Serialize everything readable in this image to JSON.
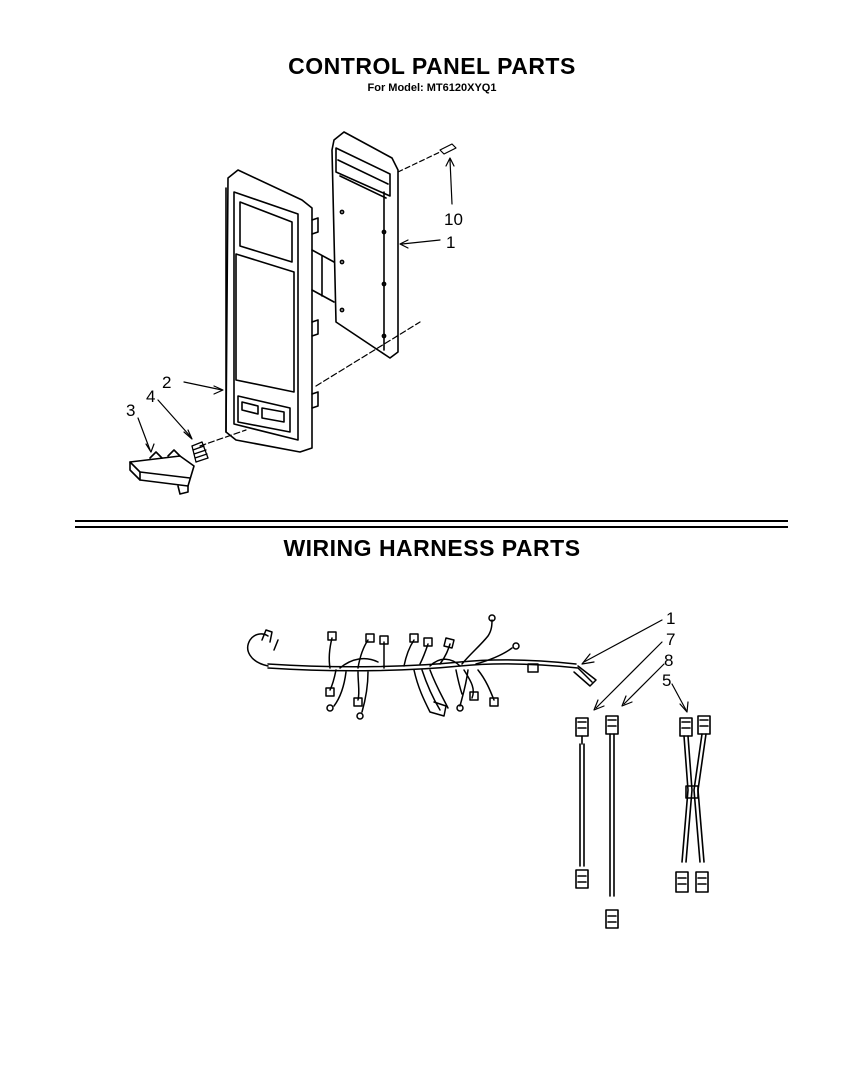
{
  "control_panel": {
    "title": "CONTROL PANEL PARTS",
    "subtitle": "For Model: MT6120XYQ1",
    "callouts": [
      "10",
      "1",
      "2",
      "4",
      "3"
    ]
  },
  "wiring_harness": {
    "title": "WIRING HARNESS PARTS",
    "callouts": [
      "1",
      "7",
      "8",
      "5"
    ]
  }
}
